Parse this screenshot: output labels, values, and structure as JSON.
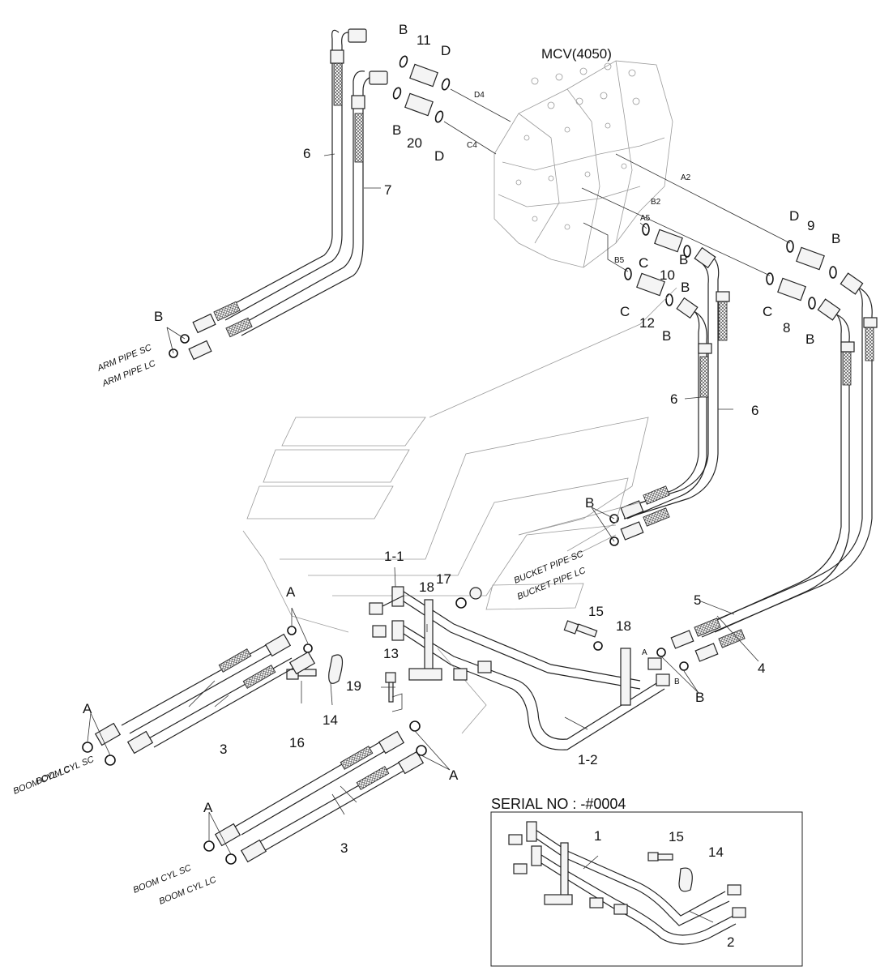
{
  "labels": {
    "mcv": "MCV(4050)",
    "serial": "SERIAL NO : -#0004",
    "ports": {
      "d4": "D4",
      "c4": "C4",
      "a2": "A2",
      "b2": "B2",
      "a5": "A5",
      "b5": "B5",
      "a_small": "A",
      "b_small": "B"
    },
    "pipes": {
      "arm_sc": "ARM PIPE SC",
      "arm_lc": "ARM PIPE LC",
      "bucket_sc": "BUCKET PIPE SC",
      "bucket_lc": "BUCKET PIPE LC",
      "boom_lc_1": "BOOM CYL LC",
      "boom_sc_1": "BOOM CYL SC",
      "boom_sc_2": "BOOM CYL SC",
      "boom_lc_2": "BOOM CYL LC"
    },
    "callouts": {
      "n11": "11",
      "n20": "20",
      "n6a": "6",
      "n7": "7",
      "n9": "9",
      "n10": "10",
      "n12": "12",
      "n8": "8",
      "n6b": "6",
      "n6c": "6",
      "n1_1": "1-1",
      "n17": "17",
      "n18a": "18",
      "n15a": "15",
      "n18b": "18",
      "n5": "5",
      "n4": "4",
      "n13": "13",
      "n19": "19",
      "n14a": "14",
      "n16": "16",
      "n3a": "3",
      "n1_2": "1-2",
      "n3b": "3",
      "n1": "1",
      "n15b": "15",
      "n14b": "14",
      "n2": "2"
    },
    "letters": {
      "b1": "B",
      "d1": "D",
      "b2": "B",
      "d2": "D",
      "d3": "D",
      "b3": "B",
      "c1": "C",
      "b4": "B",
      "c2": "C",
      "b5": "B",
      "c3": "C",
      "b6": "B",
      "b_arm": "B",
      "b_bucket": "B",
      "a_left": "A",
      "a_boom1": "A",
      "a_mid": "A",
      "a_boom2": "A",
      "b_right": "B"
    }
  },
  "colors": {
    "line": "#222222",
    "ghost": "#9a9a9a",
    "background": "#ffffff"
  }
}
